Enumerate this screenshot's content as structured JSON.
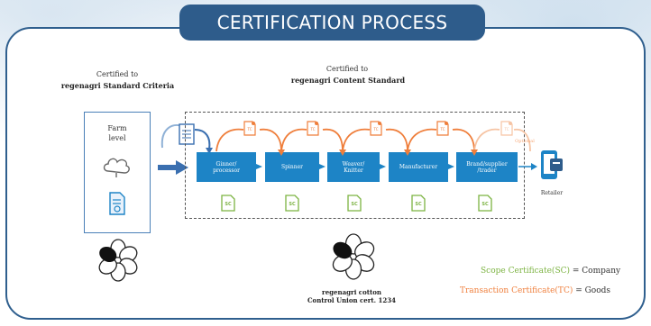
{
  "title": "CERTIFICATION PROCESS",
  "left_header": {
    "line1": "Certified to",
    "line2": "regenagri Standard Criteria"
  },
  "center_header": {
    "line1": "Certified to",
    "line2": "regenagri Content Standard"
  },
  "farm": {
    "line1": "Farm",
    "line2": "level"
  },
  "stages": [
    {
      "label": "Ginner/\nprocessor"
    },
    {
      "label": "Spinner"
    },
    {
      "label": "Weaver/\nKnitter"
    },
    {
      "label": "Manufacturer"
    },
    {
      "label": "Brand/supplier\n/trader"
    }
  ],
  "retailer": "Retailer",
  "optional": "Optional",
  "sc_label": "SC",
  "tc_label": "TC",
  "logo_bottom": {
    "line1": "regenagri cotton",
    "line2": "Control Union cert. 1234"
  },
  "legend": {
    "sc_term": "Scope Certificate(SC)",
    "sc_eq": " = Company",
    "tc_term": "Transaction Certificate(TC)",
    "tc_eq": " = Goods"
  },
  "colors": {
    "primary": "#2e5c8b",
    "stage": "#1d84c6",
    "sc": "#7cb342",
    "tc": "#ef7e3b",
    "arrow": "#3a6fb0"
  }
}
